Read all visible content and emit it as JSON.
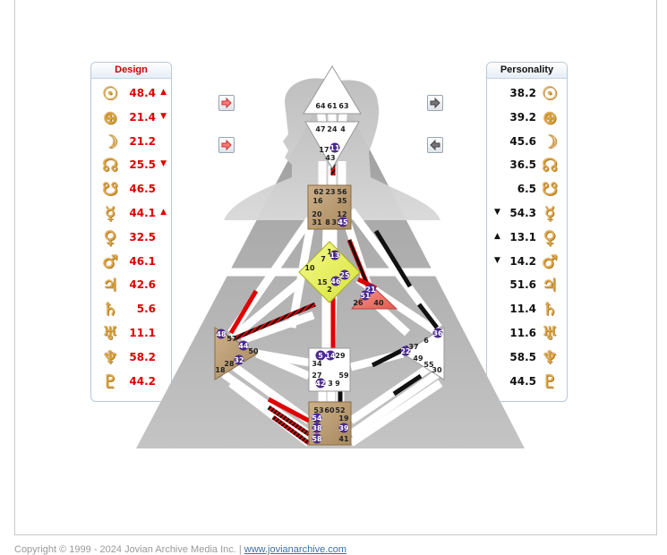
{
  "design": {
    "title": "Design",
    "rows": [
      {
        "icon": "sun-icon",
        "glyph": "☉",
        "value": "48.4",
        "mark": "▲"
      },
      {
        "icon": "earth-icon",
        "glyph": "⊕",
        "value": "21.4",
        "mark": "▼"
      },
      {
        "icon": "moon-icon",
        "glyph": "☽",
        "value": "21.2",
        "mark": ""
      },
      {
        "icon": "north-node-icon",
        "glyph": "☊",
        "value": "25.5",
        "mark": "▼"
      },
      {
        "icon": "south-node-icon",
        "glyph": "☋",
        "value": "46.5",
        "mark": ""
      },
      {
        "icon": "mercury-icon",
        "glyph": "☿",
        "value": "44.1",
        "mark": "▲"
      },
      {
        "icon": "venus-icon",
        "glyph": "♀",
        "value": "32.5",
        "mark": ""
      },
      {
        "icon": "mars-icon",
        "glyph": "♂",
        "value": "46.1",
        "mark": ""
      },
      {
        "icon": "jupiter-icon",
        "glyph": "♃",
        "value": "42.6",
        "mark": ""
      },
      {
        "icon": "saturn-icon",
        "glyph": "♄",
        "value": "5.6",
        "mark": ""
      },
      {
        "icon": "uranus-icon",
        "glyph": "♅",
        "value": "11.1",
        "mark": ""
      },
      {
        "icon": "neptune-icon",
        "glyph": "♆",
        "value": "58.2",
        "mark": ""
      },
      {
        "icon": "pluto-icon",
        "glyph": "♇",
        "value": "44.2",
        "mark": ""
      }
    ]
  },
  "personality": {
    "title": "Personality",
    "rows": [
      {
        "icon": "sun-icon",
        "glyph": "☉",
        "value": "38.2",
        "mark": ""
      },
      {
        "icon": "earth-icon",
        "glyph": "⊕",
        "value": "39.2",
        "mark": ""
      },
      {
        "icon": "moon-icon",
        "glyph": "☽",
        "value": "45.6",
        "mark": ""
      },
      {
        "icon": "north-node-icon",
        "glyph": "☊",
        "value": "36.5",
        "mark": ""
      },
      {
        "icon": "south-node-icon",
        "glyph": "☋",
        "value": "6.5",
        "mark": ""
      },
      {
        "icon": "mercury-icon",
        "glyph": "☿",
        "value": "54.3",
        "mark": "▼"
      },
      {
        "icon": "venus-icon",
        "glyph": "♀",
        "value": "13.1",
        "mark": "▲"
      },
      {
        "icon": "mars-icon",
        "glyph": "♂",
        "value": "14.2",
        "mark": "▼"
      },
      {
        "icon": "jupiter-icon",
        "glyph": "♃",
        "value": "51.6",
        "mark": ""
      },
      {
        "icon": "saturn-icon",
        "glyph": "♄",
        "value": "11.4",
        "mark": ""
      },
      {
        "icon": "uranus-icon",
        "glyph": "♅",
        "value": "11.6",
        "mark": ""
      },
      {
        "icon": "neptune-icon",
        "glyph": "♆",
        "value": "58.5",
        "mark": ""
      },
      {
        "icon": "pluto-icon",
        "glyph": "♇",
        "value": "44.5",
        "mark": ""
      }
    ]
  },
  "colors": {
    "design": "#e00000",
    "personality": "#111111",
    "accent": "#4b2a8c",
    "center_tan": "#b89a6e",
    "center_g": "#e6f05a",
    "center_ego": "#ef6e62"
  },
  "gates": {
    "head": [
      "64",
      "61",
      "63"
    ],
    "ajna": [
      "47",
      "24",
      "4"
    ],
    "ajna_low": [
      "17",
      "11",
      "43"
    ],
    "throat": [
      "62",
      "23",
      "56",
      "16",
      "35",
      "20",
      "12",
      "31",
      "8",
      "33",
      "45"
    ],
    "g": [
      "1",
      "7",
      "13",
      "10",
      "25",
      "15",
      "46",
      "2"
    ],
    "ego": [
      "21",
      "51",
      "26",
      "40"
    ],
    "spleen": [
      "48",
      "57",
      "44",
      "50",
      "32",
      "28",
      "18"
    ],
    "sacral": [
      "5",
      "14",
      "29",
      "34",
      "27",
      "59",
      "42",
      "3",
      "9"
    ],
    "solar": [
      "36",
      "6",
      "37",
      "22",
      "49",
      "55",
      "30"
    ],
    "root": [
      "53",
      "60",
      "52",
      "54",
      "19",
      "38",
      "39",
      "58",
      "41"
    ]
  },
  "footer": {
    "text": "Copyright © 1999 - 2024 Jovian Archive Media Inc. | ",
    "link": "www.jovianarchive.com"
  }
}
